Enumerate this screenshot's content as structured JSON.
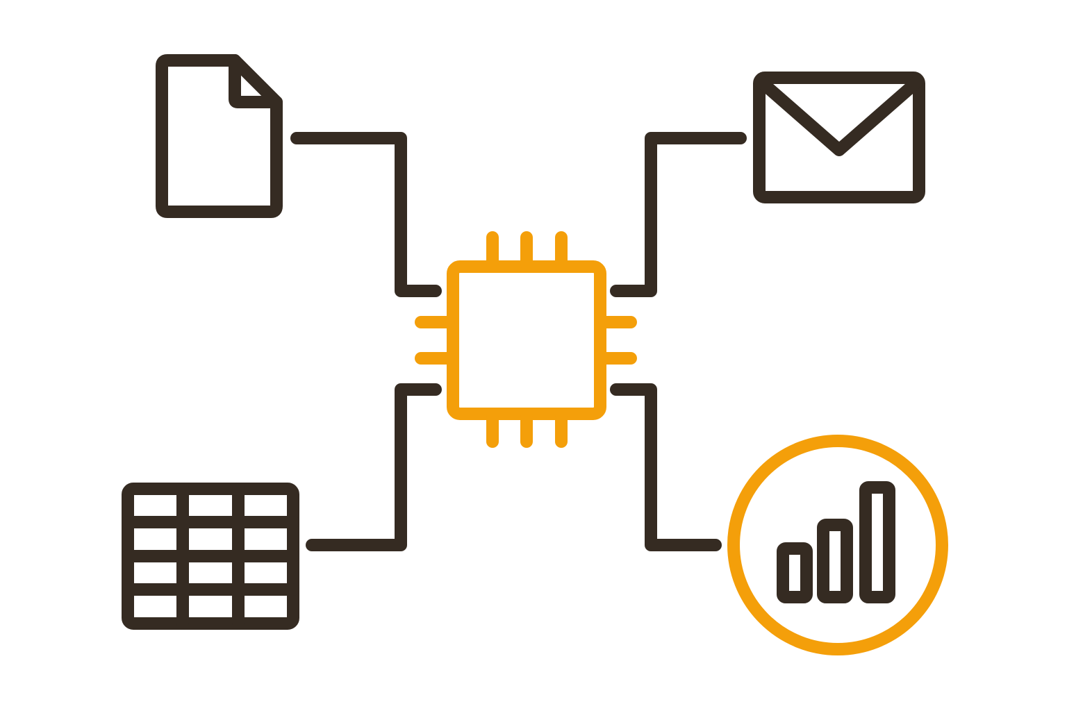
{
  "colors": {
    "dark": "#352b22",
    "accent": "#f49f0a",
    "background": "#ffffff"
  },
  "diagram": {
    "center": {
      "icon": "cpu-chip-icon"
    },
    "nodes": [
      {
        "id": "document",
        "icon": "document-icon"
      },
      {
        "id": "email",
        "icon": "envelope-icon"
      },
      {
        "id": "spreadsheet",
        "icon": "table-grid-icon"
      },
      {
        "id": "analytics",
        "icon": "bar-chart-icon"
      }
    ]
  }
}
